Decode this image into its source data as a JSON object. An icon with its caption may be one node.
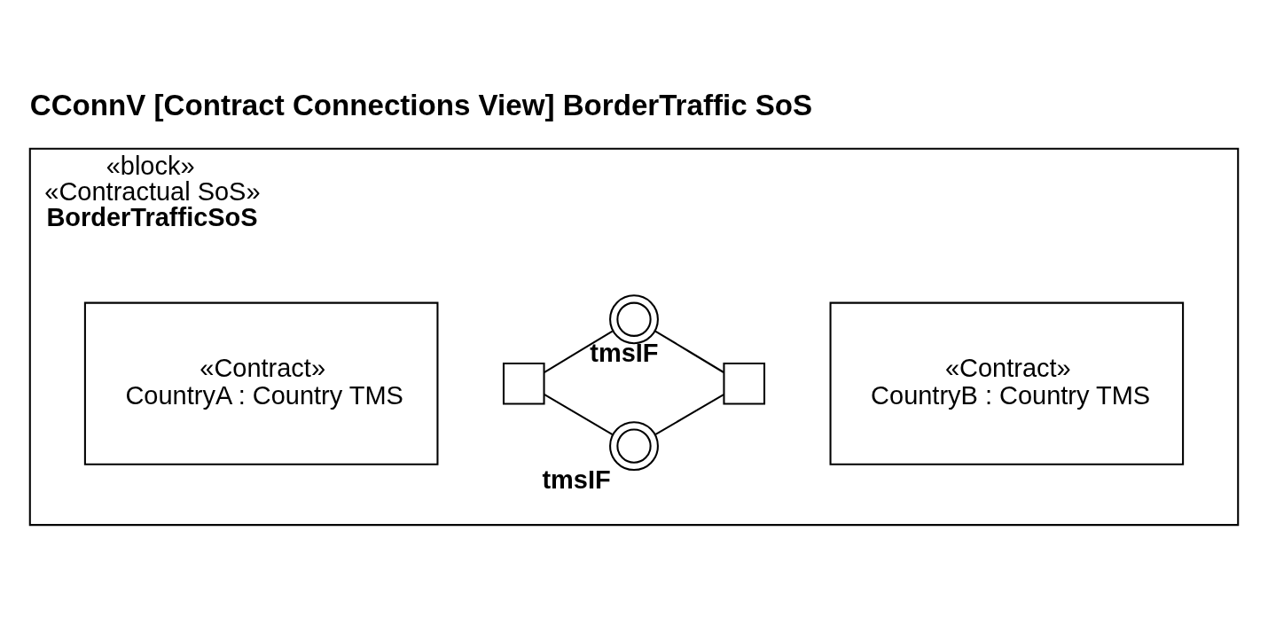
{
  "diagram": {
    "title": "CConnV [Contract Connections View] BorderTraffic SoS",
    "nodes": [
      {
        "text": [
          "«block»",
          "«Contractual SoS»",
          "BorderTrafficSoS"
        ]
      },
      {
        "text": [
          "«Contract»",
          "CountryA : Country TMS"
        ],
        "in": 0
      },
      {
        "text": [],
        "shape": "box",
        "in": 0
      },
      {
        "text": [],
        "shape": "circle",
        "beside": [
          "tmsIF"
        ],
        "in": 0
      },
      {
        "text": [],
        "shape": "circle",
        "beside": [
          "tmsIF"
        ],
        "in": 0
      },
      {
        "text": [],
        "shape": "box",
        "in": 0
      },
      {
        "text": [
          "«Contract»",
          "CountryB : Country TMS"
        ],
        "in": 0
      }
    ],
    "edges": [
      {
        "from": 2,
        "to": 3,
        "arrow": "none"
      },
      {
        "from": 3,
        "to": 5,
        "arrow": "none"
      },
      {
        "from": 2,
        "to": 4,
        "arrow": "none"
      },
      {
        "from": 4,
        "to": 5,
        "arrow": "none"
      }
    ]
  }
}
